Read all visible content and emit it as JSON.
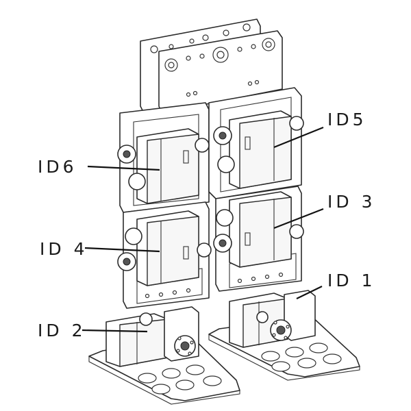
{
  "labels": {
    "id1": "ID 1",
    "id2": "ID 2",
    "id3": "ID 3",
    "id4": "ID 4",
    "id5": "ID5",
    "id6": "ID6"
  },
  "colors": {
    "line": "#111111",
    "outline": "#2b2b2b",
    "background": "#ffffff"
  }
}
